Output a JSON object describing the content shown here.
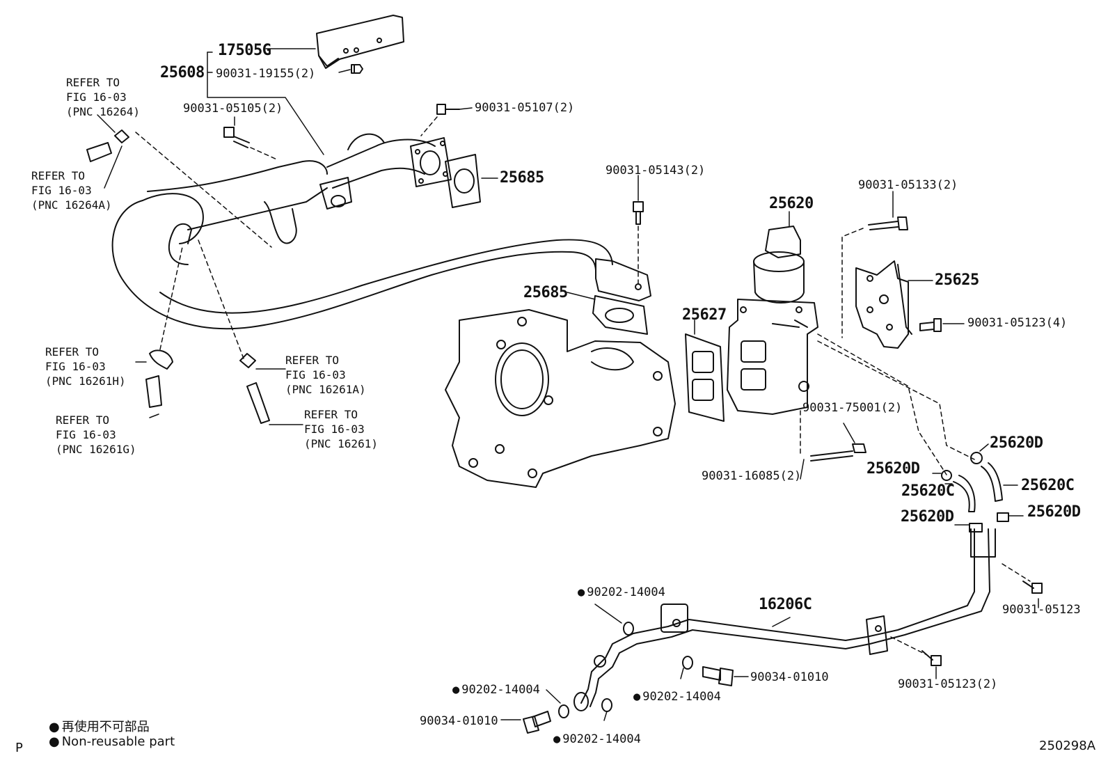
{
  "labels": {
    "p17505g": "17505G",
    "p25608": "25608",
    "b19155": "90031-19155(2)",
    "b05105": "90031-05105(2)",
    "b05107": "90031-05107(2)",
    "p25685a": "25685",
    "b05143": "90031-05143(2)",
    "p25620": "25620",
    "b05133": "90031-05133(2)",
    "p25625": "25625",
    "b05123x4": "90031-05123(4)",
    "p25685b": "25685",
    "p25627": "25627",
    "n75001": "90031-75001(2)",
    "s16085": "90031-16085(2)",
    "p25620d_a": "25620D",
    "p25620d_b": "25620D",
    "p25620c_a": "25620C",
    "p25620c_b": "25620C",
    "p25620d_c": "25620D",
    "p25620d_d": "25620D",
    "g14004_a": "90202-14004",
    "p16206c": "16206C",
    "b05123": "90031-05123",
    "g14004_b": "90202-14004",
    "u01010_a": "90034-01010",
    "g14004_c": "90202-14004",
    "u01010_b": "90034-01010",
    "g14004_d": "90202-14004",
    "b05123x2": "90031-05123(2)"
  },
  "refs": {
    "r16264": "REFER TO\nFIG 16-03\n(PNC 16264)",
    "r16264a": "REFER TO\nFIG 16-03\n(PNC 16264A)",
    "r16261h": "REFER TO\nFIG 16-03\n(PNC 16261H)",
    "r16261g": "REFER TO\nFIG 16-03\n(PNC 16261G)",
    "r16261a": "REFER TO\nFIG 16-03\n(PNC 16261A)",
    "r16261": "REFER TO\nFIG 16-03\n(PNC 16261)"
  },
  "legend": {
    "jp": "再使用不可部品",
    "en": "Non-reusable part"
  },
  "footer": {
    "page_marker": "P",
    "figure_code": "250298A"
  }
}
